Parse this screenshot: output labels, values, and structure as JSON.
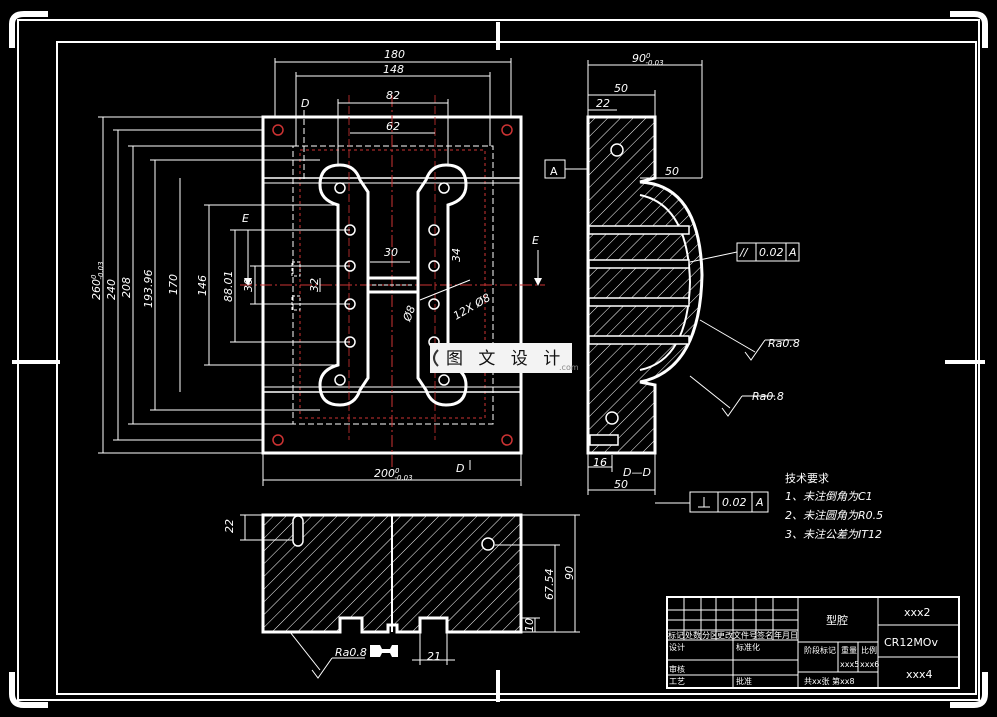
{
  "top_view": {
    "dims": {
      "w180": "180",
      "w148": "148",
      "w82": "82",
      "w62": "62",
      "w200": "200",
      "w200_tol": "-0.03",
      "w200_upper": "0",
      "h260": "260",
      "h260_tol": "-0.03",
      "h260_upper": "0",
      "h240": "240",
      "h208": "208",
      "h193": "193.96",
      "h170": "170",
      "h146": "146",
      "h88": "88.01",
      "h30": "30",
      "h32": "32",
      "w30c": "30",
      "v34": "34",
      "d8": "Ø8",
      "holes": "12X Ø8"
    },
    "section_d": "D",
    "section_e": "E"
  },
  "side_view": {
    "dims": {
      "w90": "90",
      "w90_tol": "-0.03",
      "w90_upper": "0",
      "w50a": "50",
      "w22": "22",
      "w50b": "50",
      "w16": "16",
      "w50c": "50"
    },
    "datum": "A",
    "section_label": "D—D",
    "parallel_tol": {
      "symbol": "//",
      "value": "0.02",
      "datum": "A"
    },
    "flat_tol": {
      "value": "0.02",
      "datum": "A"
    },
    "roughness1": "Ra0.8",
    "roughness2": "Ra0.8"
  },
  "front_view": {
    "dims": {
      "h22": "22",
      "h67": "67.54",
      "h90": "90",
      "h10": "10",
      "w21": "21"
    },
    "roughness": "Ra0.8"
  },
  "tech_notes": {
    "title": "技术要求",
    "items": [
      "1、未注倒角为C1",
      "2、未注圆角为R0.5",
      "3、未注公差为IT12"
    ]
  },
  "title_block": {
    "part_name": "型腔",
    "drawing_no": "xxx2",
    "material": "CR12MOv",
    "company": "xxx4",
    "header_cells": [
      "标记",
      "处数",
      "分区",
      "更改文件号",
      "签名",
      "年月日"
    ],
    "design_label": "设计",
    "standard_label": "标准化",
    "review_label": "审核",
    "process_label": "工艺",
    "approve_label": "批准",
    "stage_label": "阶段标记",
    "weight_label": "重量",
    "scale_label": "比例",
    "stage_values": "xxx5",
    "sheet_text": "共xx张 第xx8",
    "blank_text": "xxx6"
  },
  "watermark": {
    "text": "图 文 设 计",
    "sub": ".com"
  }
}
